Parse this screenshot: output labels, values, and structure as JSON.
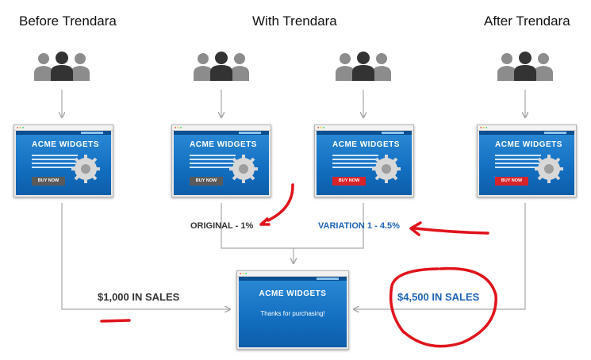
{
  "headings": {
    "before": "Before Trendara",
    "with": "With Trendara",
    "after": "After Trendara"
  },
  "page": {
    "brand_title": "ACME WIDGETS",
    "buy_button": "BUY NOW",
    "thanks": "Thanks for purchasing!"
  },
  "labels": {
    "original": "ORIGINAL - 1%",
    "variation": "VARIATION 1 - 4.5%",
    "sales_before": "$1,000 IN SALES",
    "sales_after": "$4,500 IN SALES"
  },
  "colors": {
    "dark_text": "#333333",
    "accent_blue": "#1d63b6",
    "annotation_red": "#e0131b",
    "grey_button": "#5a5a5a",
    "red_button": "#d8232a",
    "connector": "#a8a8a8"
  },
  "icons": [
    "users-group-icon",
    "gear-icon",
    "arrow-down-icon",
    "arrow-left-icon",
    "arrow-right-icon"
  ]
}
